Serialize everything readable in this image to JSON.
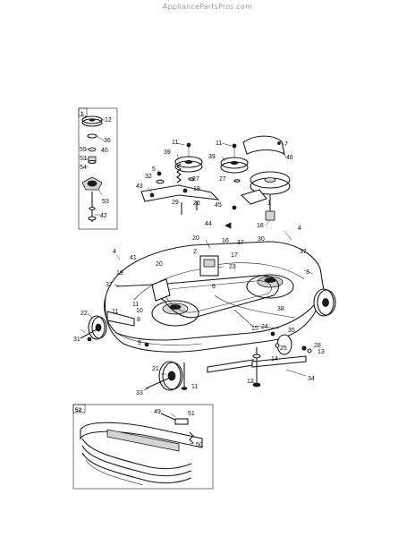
{
  "watermark": "AppliancePartsPros.com",
  "inset_parts_box": {
    "id": "1"
  },
  "inset_baffle_box": {
    "id": "52"
  },
  "callouts": [
    {
      "text": "12"
    },
    {
      "text": "36"
    },
    {
      "text": "40"
    },
    {
      "text": "55"
    },
    {
      "text": "53"
    },
    {
      "text": "54"
    },
    {
      "text": "53"
    },
    {
      "text": "42"
    },
    {
      "text": "11"
    },
    {
      "text": "39"
    },
    {
      "text": "39"
    },
    {
      "text": "11"
    },
    {
      "text": "7"
    },
    {
      "text": "46"
    },
    {
      "text": "5"
    },
    {
      "text": "32"
    },
    {
      "text": "27"
    },
    {
      "text": "27"
    },
    {
      "text": "19"
    },
    {
      "text": "43"
    },
    {
      "text": "26"
    },
    {
      "text": "29"
    },
    {
      "text": "1"
    },
    {
      "text": "45"
    },
    {
      "text": "44"
    },
    {
      "text": "18"
    },
    {
      "text": "30"
    },
    {
      "text": "4"
    },
    {
      "text": "37"
    },
    {
      "text": "20"
    },
    {
      "text": "16"
    },
    {
      "text": "37"
    },
    {
      "text": "4"
    },
    {
      "text": "41"
    },
    {
      "text": "2"
    },
    {
      "text": "23"
    },
    {
      "text": "17"
    },
    {
      "text": "3"
    },
    {
      "text": "19"
    },
    {
      "text": "20"
    },
    {
      "text": "37"
    },
    {
      "text": "6"
    },
    {
      "text": "11"
    },
    {
      "text": "22"
    },
    {
      "text": "11"
    },
    {
      "text": "10"
    },
    {
      "text": "8"
    },
    {
      "text": "31"
    },
    {
      "text": "9"
    },
    {
      "text": "38"
    },
    {
      "text": "15"
    },
    {
      "text": "24"
    },
    {
      "text": "35"
    },
    {
      "text": "25"
    },
    {
      "text": "28"
    },
    {
      "text": "13"
    },
    {
      "text": "14"
    },
    {
      "text": "21"
    },
    {
      "text": "33"
    },
    {
      "text": "11"
    },
    {
      "text": "34"
    },
    {
      "text": "12"
    },
    {
      "text": "49"
    },
    {
      "text": "51"
    },
    {
      "text": "50"
    }
  ]
}
